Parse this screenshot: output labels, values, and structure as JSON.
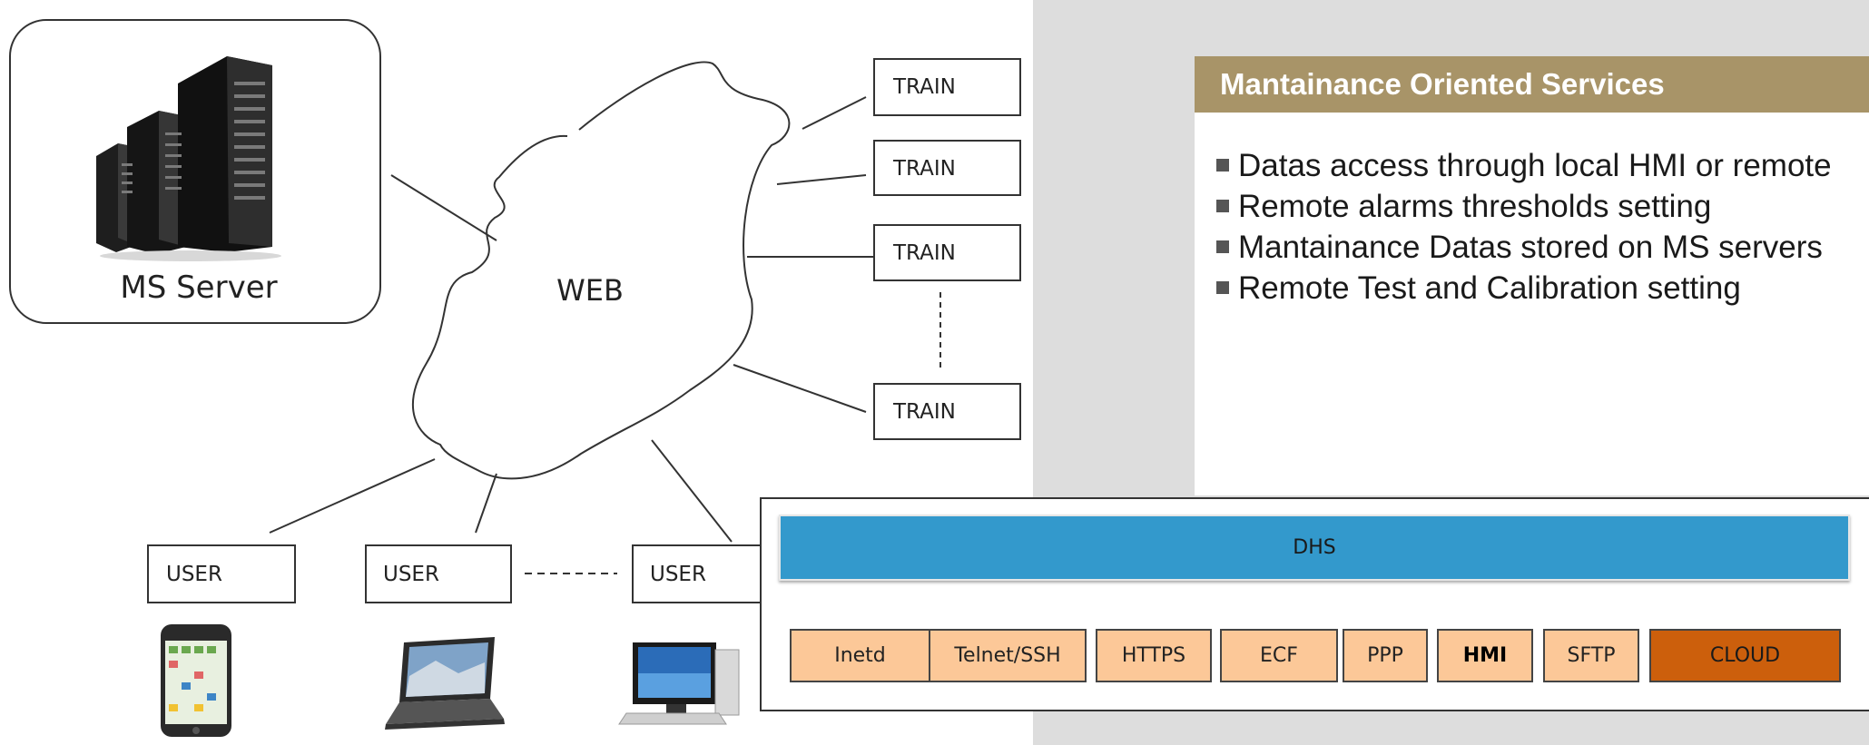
{
  "diagram": {
    "server_label": "MS Server",
    "cloud_label": "WEB",
    "trains": [
      "TRAIN",
      "TRAIN",
      "TRAIN",
      "TRAIN"
    ],
    "users": [
      "USER",
      "USER",
      "USER"
    ]
  },
  "services_panel": {
    "title": "Mantainance Oriented Services",
    "bullets": [
      "Datas access through local HMI or remote",
      "Remote alarms thresholds setting",
      "Mantainance Datas stored on MS servers",
      "Remote Test and Calibration setting"
    ]
  },
  "stack": {
    "dhs_label": "DHS",
    "protocols": [
      "Inetd",
      "Telnet/SSH",
      "HTTPS",
      "ECF",
      "PPP",
      "HMI",
      "SFTP",
      "CLOUD"
    ]
  },
  "colors": {
    "panel_header": "#a89468",
    "dhs_bar": "#3399cc",
    "protocol_box": "#fcc898",
    "cloud_box": "#cc5f0c",
    "right_background": "#dddddd"
  }
}
